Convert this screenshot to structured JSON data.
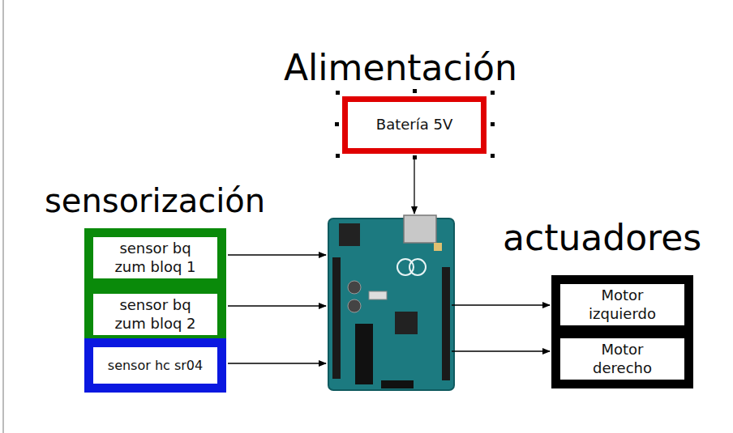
{
  "diagram": {
    "nodes": [
      {
        "text": [
          "Batería 5V"
        ]
      },
      {
        "text": [
          "sensor bq zum bloq 1"
        ]
      },
      {
        "text": [
          "sensor bq zum bloq 2"
        ]
      },
      {
        "text": [
          "sensor hc sr04"
        ]
      },
      {
        "text": [
          "Motor izquierdo"
        ]
      },
      {
        "text": [
          "Motor derecho"
        ]
      }
    ],
    "labels": [
      "Alimentación",
      "sensorización",
      "actuadores"
    ]
  }
}
